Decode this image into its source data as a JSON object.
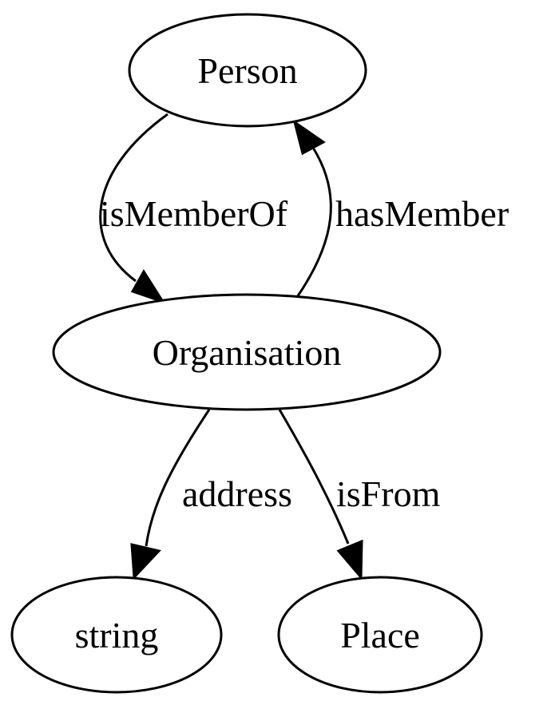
{
  "graph": {
    "nodes": {
      "person": "Person",
      "organisation": "Organisation",
      "string": "string",
      "place": "Place"
    },
    "edges": {
      "is_member_of": "isMemberOf",
      "has_member": "hasMember",
      "address": "address",
      "is_from": "isFrom"
    },
    "colors": {
      "stroke": "#000000",
      "background": "#ffffff"
    }
  }
}
